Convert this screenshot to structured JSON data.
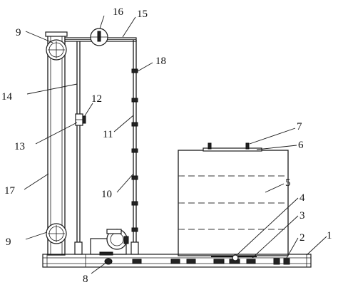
{
  "figure": {
    "labels": {
      "l1": "1",
      "l2": "2",
      "l3": "3",
      "l4": "4",
      "l5": "5",
      "l6": "6",
      "l7": "7",
      "l8": "8",
      "l9a": "9",
      "l9b": "9",
      "l10": "10",
      "l11": "11",
      "l12": "12",
      "l13": "13",
      "l14": "14",
      "l15": "15",
      "l16": "16",
      "l17": "17",
      "l18": "18"
    }
  }
}
